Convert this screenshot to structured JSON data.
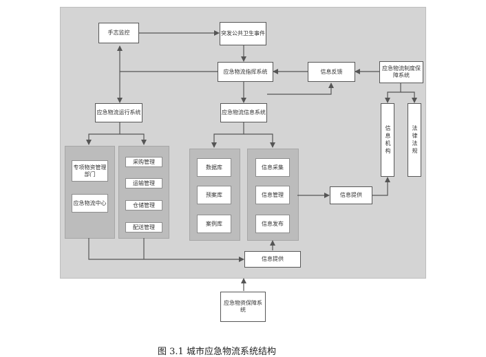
{
  "nodes": {
    "warehouse_monitor": "手志监控",
    "public_health_event": "突发公共卫生事件",
    "command_system": "应急物流指挥系统",
    "info_feedback": "信息反馈",
    "guarantee_system": "应急物流制度保障系统",
    "operation_system": "应急物流运行系统",
    "info_system": "应急物流信息系统",
    "info_agency": "信息机构",
    "laws_regulations": "法律法规",
    "dept_special": "专项物资管理部门",
    "logistics_center": "应急物流中心",
    "procurement": "采购管理",
    "transport": "运输管理",
    "storage": "仓储管理",
    "distribution": "配送管理",
    "database": "数据库",
    "plan_library": "预案库",
    "case_library": "案例库",
    "info_collect": "信息采集",
    "info_manage": "信息管理",
    "info_publish": "信息发布",
    "info_provide_right": "信息提供",
    "info_provide_bottom": "信息提供",
    "material_guarantee": "应急物资保障系统"
  },
  "caption": "图 3.1  城市应急物流系统结构"
}
